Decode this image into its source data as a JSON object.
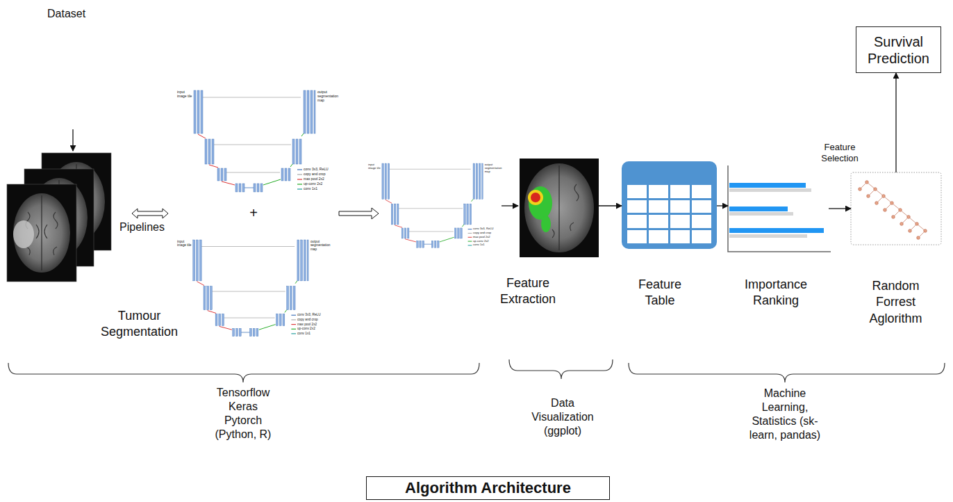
{
  "diagram": {
    "title": "Algorithm Architecture",
    "nodes": [
      {
        "text": [
          "Feature Extraction"
        ]
      },
      {
        "text": [
          "Feature Table"
        ]
      },
      {
        "text": [
          "Importance Ranking"
        ]
      },
      {
        "text": [
          "Random Forrest Aglorithm"
        ]
      },
      {
        "text": [
          "Survival Prediction"
        ]
      }
    ],
    "edges": [
      {
        "from": 0,
        "to": 1,
        "arrow": "to"
      },
      {
        "from": 1,
        "to": 2,
        "arrow": "to"
      },
      {
        "from": 2,
        "to": 3,
        "label": "Feature Selection",
        "arrow": "to"
      },
      {
        "from": 3,
        "to": 4,
        "arrow": "to"
      }
    ],
    "labels": [
      "Dataset",
      "Pipelines",
      "input image tile",
      "output segmentation map",
      "conv 3x3, ReLU",
      "copy and crop",
      "max pool 2x2",
      "up-conv 2x2",
      "conv 1x1",
      "+",
      "input image tile",
      "output segmentation map",
      "conv 3x3, ReLU",
      "copy and crop",
      "max pool 2x2",
      "up-conv 2x2",
      "conv 1x1",
      "input image tile",
      "output segmentation map",
      "conv 3x3, ReLU",
      "copy and crop",
      "max pool 2x2",
      "up-conv 2x2",
      "conv 1x1",
      "Tumour Segmentation",
      "Tensorflow Keras Pytorch (Python, R)",
      "Data Visualization (ggplot)",
      "Machine Learning, Statistics (sk-learn, pandas)"
    ]
  }
}
